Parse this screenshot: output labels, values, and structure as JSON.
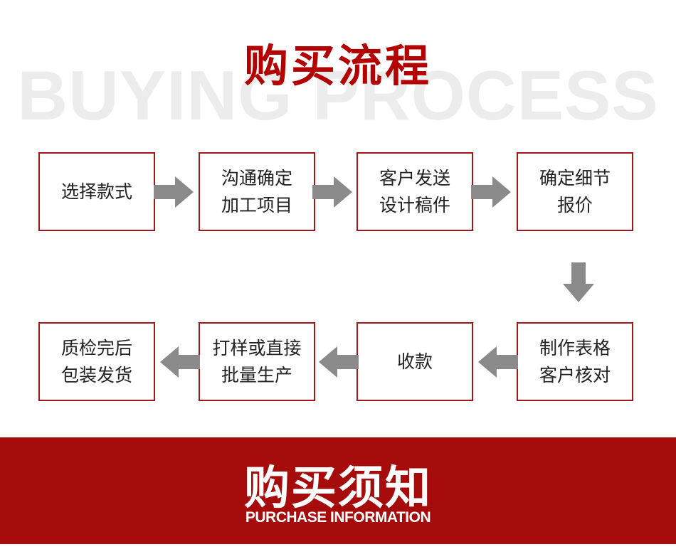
{
  "header": {
    "title": "购买流程",
    "watermark": "BUYING PROCESS"
  },
  "steps": [
    {
      "label": "选择款式"
    },
    {
      "label": "沟通确定\n加工项目"
    },
    {
      "label": "客户发送\n设计稿件"
    },
    {
      "label": "确定细节\n报价"
    },
    {
      "label": "制作表格\n客户核对"
    },
    {
      "label": "收款"
    },
    {
      "label": "打样或直接\n批量生产"
    },
    {
      "label": "质检完后\n包装发货"
    }
  ],
  "footer": {
    "title": "购买须知",
    "subtitle": "PURCHASE INFORMATION"
  },
  "colors": {
    "accent": "#b30000",
    "box_border": "#a3171b",
    "arrow": "#8a8a8a",
    "footer_bg": "#a60c0c",
    "watermark": "#ececec"
  }
}
